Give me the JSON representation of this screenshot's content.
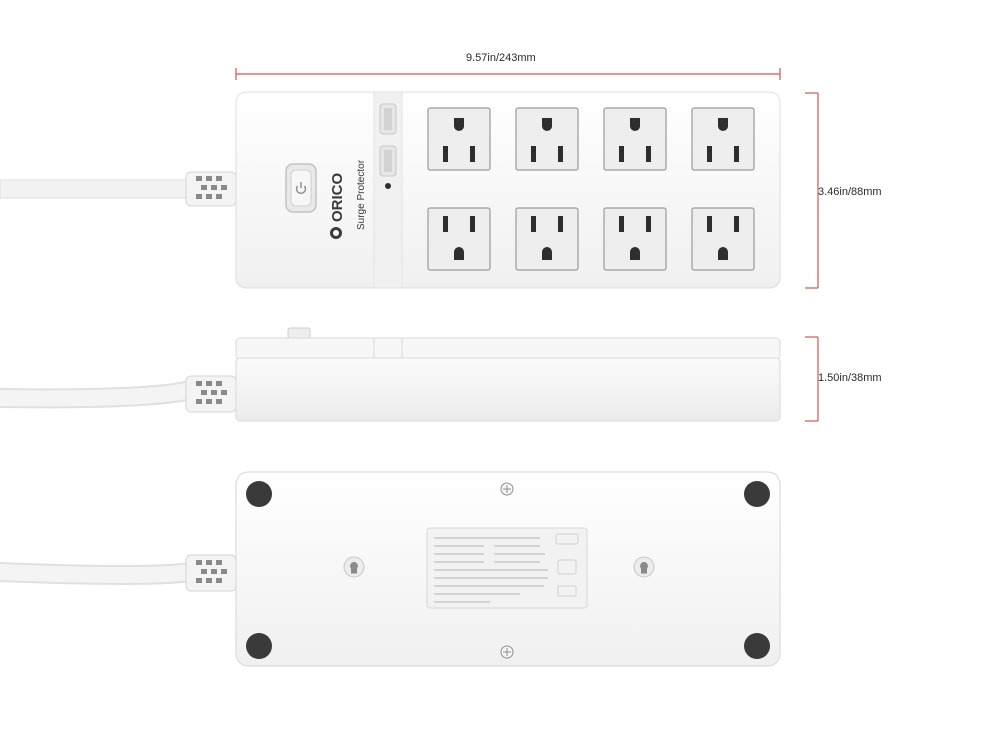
{
  "dimensions": {
    "width": "9.57in/243mm",
    "depth": "3.46in/88mm",
    "height": "1.50in/38mm"
  },
  "product": {
    "brand": "ORICO",
    "label": "Surge Protector"
  },
  "colors": {
    "dimension_line": "#d9534f",
    "body": "#f6f6f6",
    "body_edge": "#dcdcdc",
    "outlet": "#eeeeee",
    "outlet_hole": "#2e2e2e",
    "foot": "#3a3a3a",
    "cable": "#f2f2f2"
  },
  "icons": {
    "power": "power-icon"
  }
}
